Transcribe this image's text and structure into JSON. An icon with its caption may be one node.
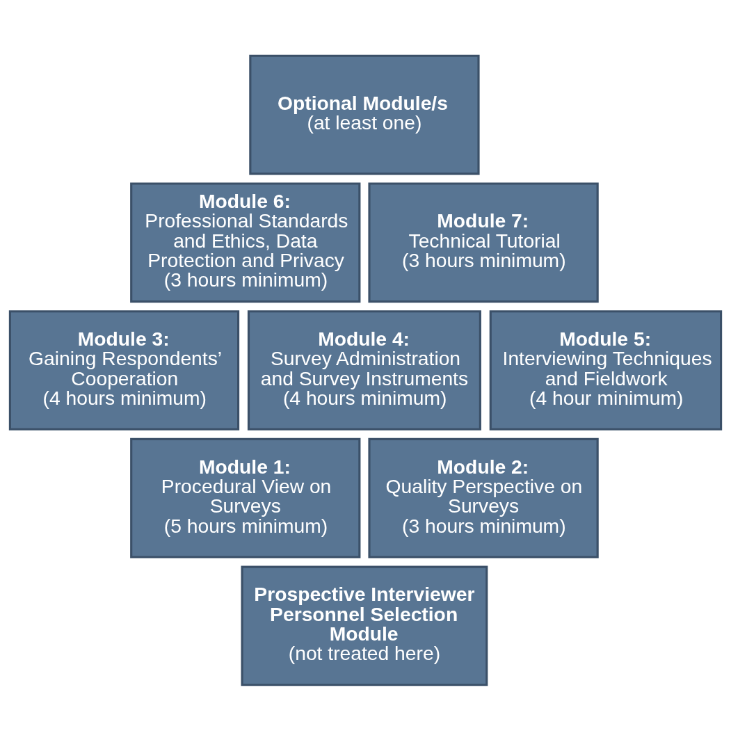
{
  "diagram": {
    "nodes": [
      {
        "text": [
          "Optional Module/s",
          "(at least one)"
        ]
      },
      {
        "text": [
          "Module 6:",
          "Professional Standards and Ethics, Data Protection and Privacy",
          "(3 hours minimum)"
        ]
      },
      {
        "text": [
          "Module 7:",
          "Technical Tutorial",
          "(3 hours minimum)"
        ]
      },
      {
        "text": [
          "Module 3:",
          "Gaining Respondents’ Cooperation",
          "(4 hours minimum)"
        ]
      },
      {
        "text": [
          "Module 4:",
          "Survey Administration and Survey Instruments",
          "(4 hours minimum)"
        ]
      },
      {
        "text": [
          "Module 5:",
          "Interviewing Techniques and Fieldwork",
          "(4 hour minimum)"
        ]
      },
      {
        "text": [
          "Module 1:",
          "Procedural View on Surveys",
          "(5 hours minimum)"
        ]
      },
      {
        "text": [
          "Module 2:",
          "Quality Perspective on Surveys",
          "(3 hours minimum)"
        ]
      },
      {
        "text": [
          "Prospective Interviewer Personnel Selection Module",
          "(not treated here)"
        ]
      }
    ],
    "edges": []
  }
}
